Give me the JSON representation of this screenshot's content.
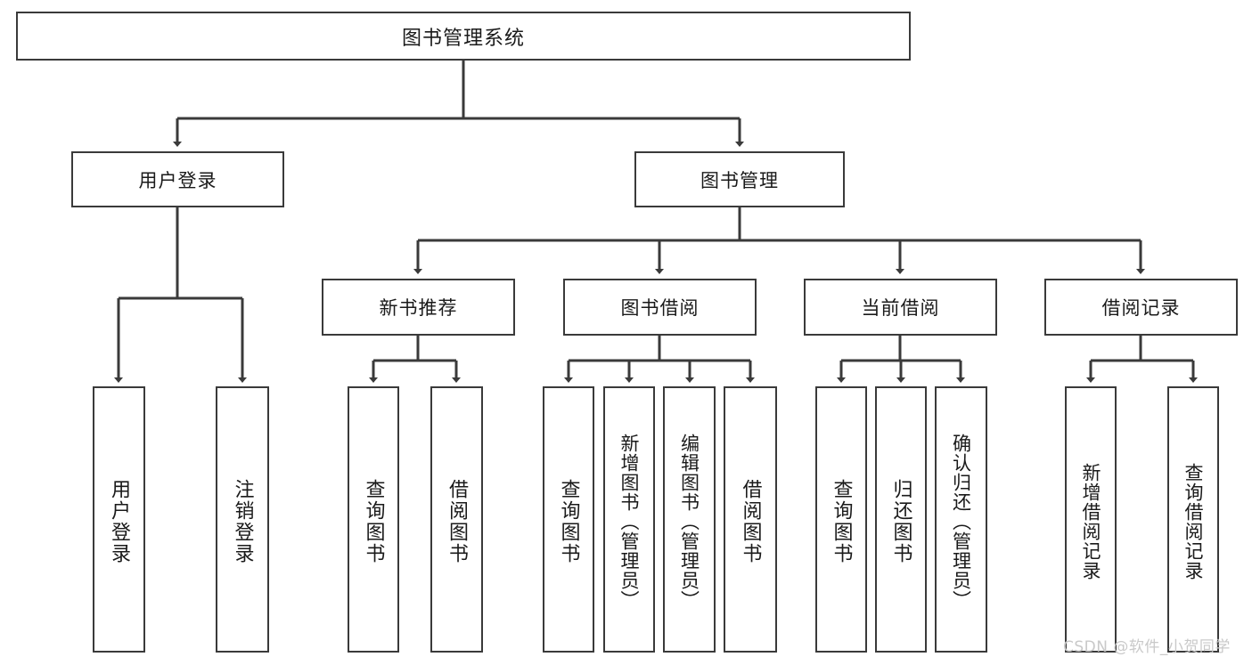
{
  "diagram": {
    "title": "图书管理系统",
    "type": "tree-hierarchy-chart",
    "colors": {
      "box_border": "#3a3a3a",
      "box_fill": "#ffffff",
      "edge": "#3a3a3a",
      "text": "#1a1a1a",
      "watermark": "#c9c9c9"
    },
    "root": {
      "label": "图书管理系统"
    },
    "level2": [
      {
        "id": "user-login",
        "label": "用户登录"
      },
      {
        "id": "book-manage",
        "label": "图书管理"
      }
    ],
    "level3": [
      {
        "id": "new-book-recommend",
        "label": "新书推荐"
      },
      {
        "id": "book-borrow",
        "label": "图书借阅"
      },
      {
        "id": "current-borrow",
        "label": "当前借阅"
      },
      {
        "id": "borrow-record",
        "label": "借阅记录"
      }
    ],
    "leaves": {
      "user-login": [
        {
          "id": "leaf-user-login",
          "label": "用户登录"
        },
        {
          "id": "leaf-logout-login",
          "label": "注销登录"
        }
      ],
      "new-book-recommend": [
        {
          "id": "leaf-query-book-1",
          "label": "查询图书"
        },
        {
          "id": "leaf-borrow-book-1",
          "label": "借阅图书"
        }
      ],
      "book-borrow": [
        {
          "id": "leaf-query-book-2",
          "label": "查询图书"
        },
        {
          "id": "leaf-add-book-admin",
          "label": "新增图书（管理员）"
        },
        {
          "id": "leaf-edit-book-admin",
          "label": "编辑图书（管理员）"
        },
        {
          "id": "leaf-borrow-book-2",
          "label": "借阅图书"
        }
      ],
      "current-borrow": [
        {
          "id": "leaf-query-book-3",
          "label": "查询图书"
        },
        {
          "id": "leaf-return-book",
          "label": "归还图书"
        },
        {
          "id": "leaf-confirm-return-admin",
          "label": "确认归还（管理员）"
        }
      ],
      "borrow-record": [
        {
          "id": "leaf-add-borrow-record",
          "label": "新增借阅记录"
        },
        {
          "id": "leaf-query-borrow-record",
          "label": "查询借阅记录"
        }
      ]
    }
  },
  "watermark": {
    "text": "CSDN @软件_小贺同学"
  }
}
